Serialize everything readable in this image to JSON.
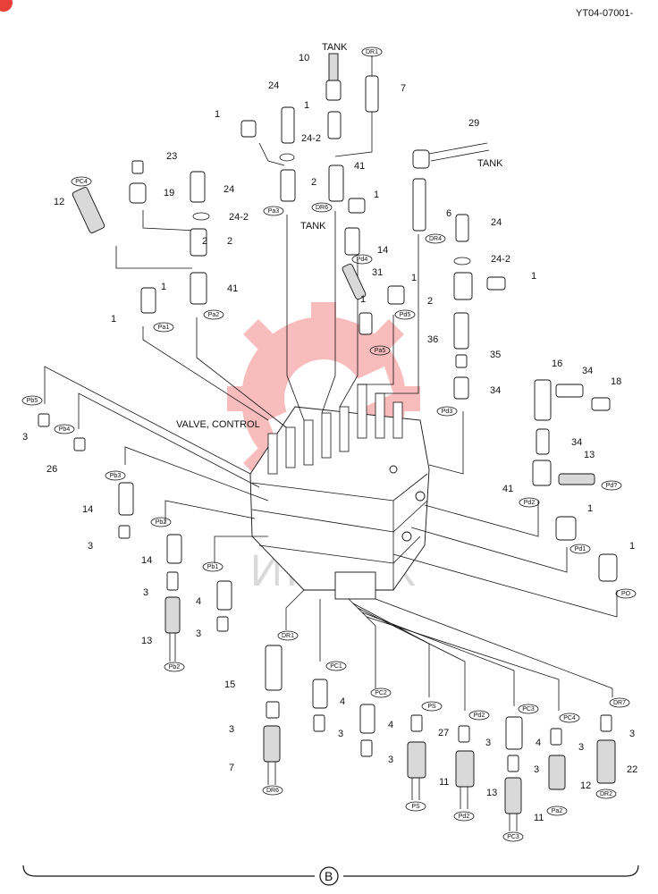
{
  "header": {
    "doc_code": "YT04-07001-",
    "badge_color": "#e8413a"
  },
  "watermark": {
    "text": "ИНТЕХ",
    "color": "#f08080"
  },
  "footer": {
    "section_letter": "B"
  },
  "diagram": {
    "main_label": "VALVE, CONTROL",
    "tank_labels": [
      "TANK",
      "TANK",
      "TANK"
    ],
    "port_tags": [
      "DR1",
      "PC4",
      "Pa3",
      "DR6",
      "DR4",
      "Pd4",
      "Pd5",
      "Pa1",
      "Pa2",
      "Pa5",
      "Pd3",
      "Pb5",
      "Pb4",
      "Pb3",
      "Pb2",
      "Pb1",
      "Pd2",
      "Pd1",
      "Pd?",
      "PO",
      "DR1",
      "PC1",
      "PC2",
      "PS",
      "Pd2",
      "PC3",
      "PC4",
      "DR7",
      "Pb2",
      "DR6",
      "PS",
      "Pd2",
      "Pa2",
      "PC3",
      "DR2"
    ],
    "part_numbers": [
      "10",
      "7",
      "24",
      "1",
      "1",
      "29",
      "24-2",
      "23",
      "24",
      "19",
      "12",
      "41",
      "2",
      "2",
      "1",
      "6",
      "24",
      "14",
      "24-2",
      "24-2",
      "2",
      "41",
      "1",
      "31",
      "1",
      "1",
      "2",
      "1",
      "36",
      "1",
      "35",
      "16",
      "34",
      "18",
      "34",
      "3",
      "26",
      "34",
      "14",
      "13",
      "41",
      "3",
      "14",
      "1",
      "3",
      "4",
      "1",
      "3",
      "13",
      "15",
      "4",
      "3",
      "3",
      "4",
      "27",
      "3",
      "4",
      "3",
      "3",
      "7",
      "3",
      "11",
      "13",
      "3",
      "12",
      "11",
      "22"
    ]
  }
}
